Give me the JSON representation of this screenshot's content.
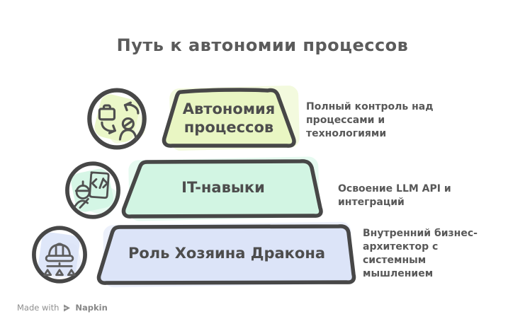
{
  "title": "Путь к автономии процессов",
  "levels": [
    {
      "label": "Автономия процессов",
      "description": "Полный контроль над процессами и технологиями",
      "fill": "#e9f6c3",
      "icon": "briefcase-person-cycle-icon"
    },
    {
      "label": "IT-навыки",
      "description": "Освоение LLM API и интеграций",
      "fill": "#d2f5e3",
      "icon": "engineer-code-document-icon"
    },
    {
      "label": "Роль Хозяина Дракона",
      "description": "Внутренний бизнес-архитектор с системным мышлением",
      "fill": "#dce4f8",
      "icon": "hardhat-hierarchy-icon"
    }
  ],
  "watermark": {
    "prefix": "Made with",
    "brand": "Napkin"
  },
  "colors": {
    "background": "#ffffff",
    "outline": "#474747",
    "title_text": "#5b5b5b",
    "label_text": "#4d4d4d",
    "description_text": "#585858",
    "watermark_text": "#8f8f8f",
    "level1_fill": "#e9f6c3",
    "level2_fill": "#d2f5e3",
    "level3_fill": "#dce4f8"
  }
}
